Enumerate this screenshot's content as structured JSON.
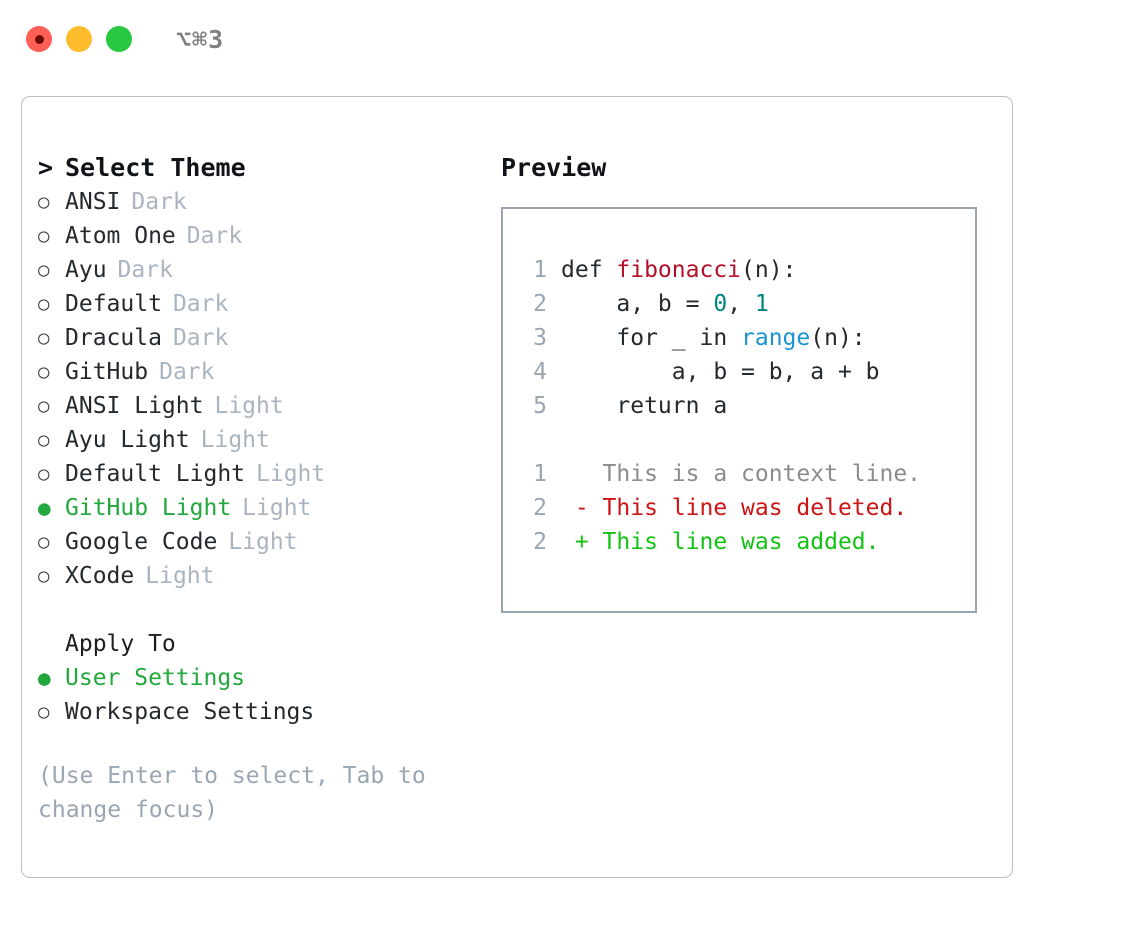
{
  "window": {
    "title": "⌥⌘3",
    "traffic_lights": [
      {
        "name": "close",
        "color": "#ff5f57"
      },
      {
        "name": "minimize",
        "color": "#ffbd2e"
      },
      {
        "name": "maximize",
        "color": "#28c840"
      }
    ]
  },
  "colors": {
    "panel_border": "#b8bfc9",
    "code_border": "#9aa5b1",
    "selected_green": "#22a83c",
    "muted": "#aab4c0",
    "hint": "#9aa6b4",
    "diff_add": "#13c213",
    "diff_del": "#cc1414",
    "token_function": "#b3112a",
    "token_number": "#00857e",
    "token_builtin": "#1a93d1"
  },
  "theme_picker": {
    "caret": ">",
    "heading": "Select Theme",
    "radio_empty": "○",
    "radio_filled": "●",
    "items": [
      {
        "name": "ANSI",
        "variant": "Dark",
        "selected": false
      },
      {
        "name": "Atom One",
        "variant": "Dark",
        "selected": false
      },
      {
        "name": "Ayu",
        "variant": "Dark",
        "selected": false
      },
      {
        "name": "Default",
        "variant": "Dark",
        "selected": false
      },
      {
        "name": "Dracula",
        "variant": "Dark",
        "selected": false
      },
      {
        "name": "GitHub",
        "variant": "Dark",
        "selected": false
      },
      {
        "name": "ANSI Light",
        "variant": "Light",
        "selected": false
      },
      {
        "name": "Ayu Light",
        "variant": "Light",
        "selected": false
      },
      {
        "name": "Default Light",
        "variant": "Light",
        "selected": false
      },
      {
        "name": "GitHub Light",
        "variant": "Light",
        "selected": true
      },
      {
        "name": "Google Code",
        "variant": "Light",
        "selected": false
      },
      {
        "name": "XCode",
        "variant": "Light",
        "selected": false
      }
    ]
  },
  "apply_to": {
    "heading": "Apply To",
    "options": [
      {
        "label": "User Settings",
        "selected": true
      },
      {
        "label": "Workspace Settings",
        "selected": false
      }
    ]
  },
  "hint": "(Use Enter to select, Tab to change focus)",
  "preview": {
    "heading": "Preview",
    "code_lines": [
      {
        "number": "1",
        "tokens": [
          {
            "text": "def ",
            "type": "plain"
          },
          {
            "text": "fibonacci",
            "type": "function"
          },
          {
            "text": "(n):",
            "type": "plain"
          }
        ]
      },
      {
        "number": "2",
        "tokens": [
          {
            "text": "    a, b = ",
            "type": "plain"
          },
          {
            "text": "0",
            "type": "number"
          },
          {
            "text": ", ",
            "type": "plain"
          },
          {
            "text": "1",
            "type": "number"
          }
        ]
      },
      {
        "number": "3",
        "tokens": [
          {
            "text": "    for _ in ",
            "type": "plain"
          },
          {
            "text": "range",
            "type": "builtin"
          },
          {
            "text": "(n):",
            "type": "plain"
          }
        ]
      },
      {
        "number": "4",
        "tokens": [
          {
            "text": "        a, b = b, a + b",
            "type": "plain"
          }
        ]
      },
      {
        "number": "5",
        "tokens": [
          {
            "text": "    return a",
            "type": "plain"
          }
        ]
      }
    ],
    "diff_lines": [
      {
        "number": "1",
        "marker": " ",
        "text": "This is a context line.",
        "type": "context"
      },
      {
        "number": "2",
        "marker": "-",
        "text": "This line was deleted.",
        "type": "deleted"
      },
      {
        "number": "2",
        "marker": "+",
        "text": "This line was added.",
        "type": "added"
      }
    ]
  }
}
